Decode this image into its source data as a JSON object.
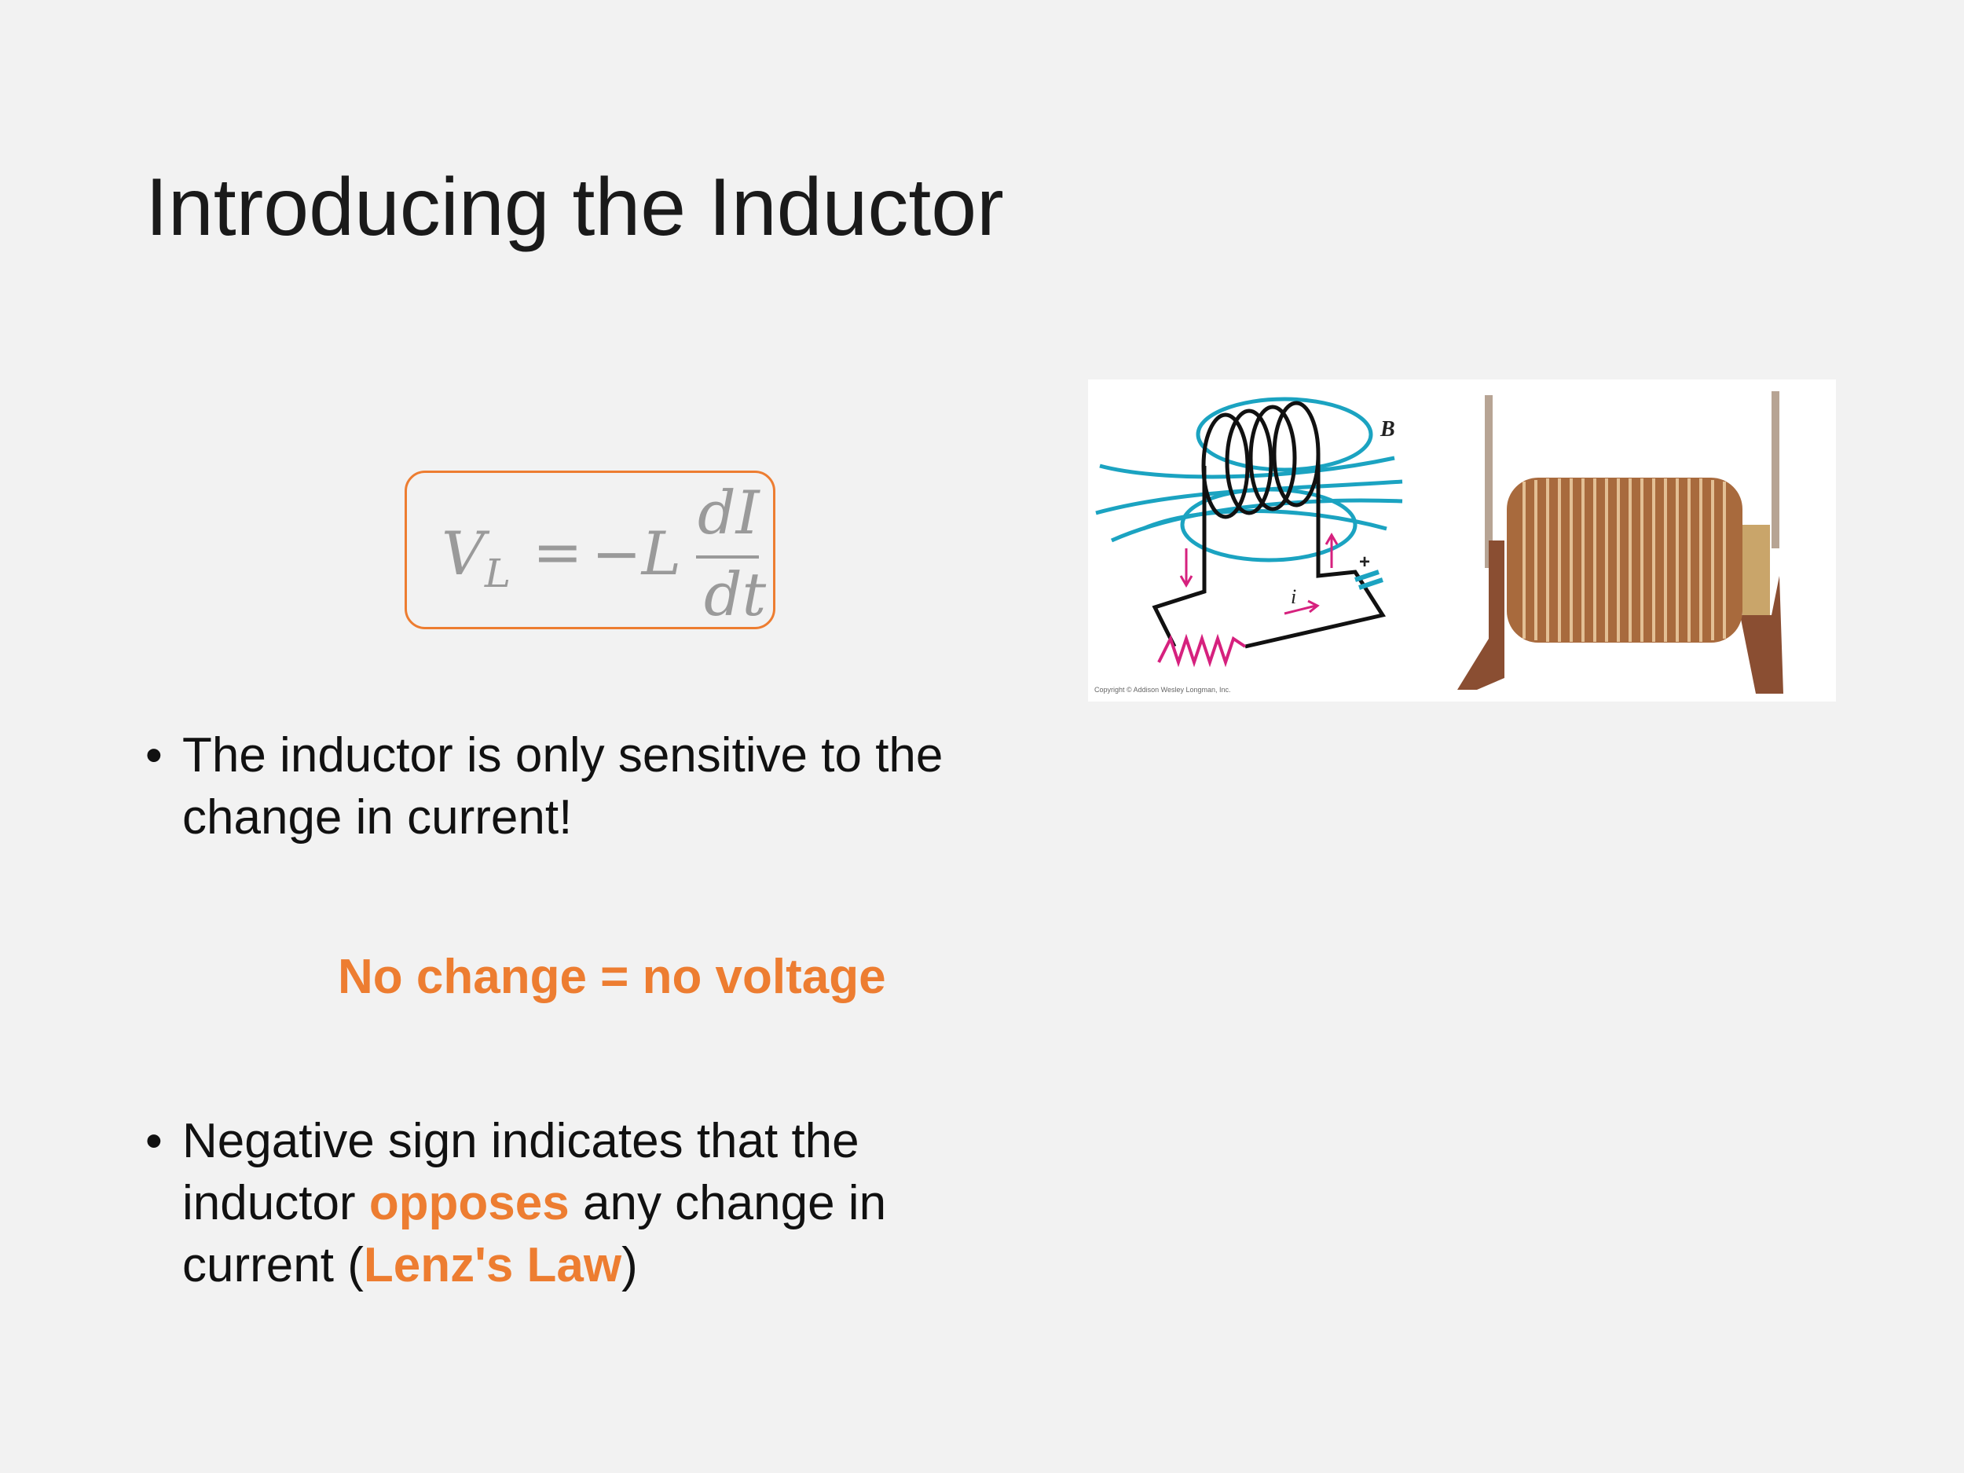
{
  "slide": {
    "title": "Introducing the Inductor",
    "formula": {
      "lhs": "V",
      "lhs_sub": "L",
      "equals": "=",
      "minus_L": "−L",
      "numerator": "dI",
      "denominator": "dt"
    },
    "bullet_symbol": "•",
    "bullet1": "The inductor is only sensitive to the change in current!",
    "callout": "No change = no voltage",
    "bullet2": {
      "part1": "Negative sign indicates that the inductor ",
      "highlight1": "opposes",
      "part2": " any change in current (",
      "highlight2": "Lenz's Law",
      "part3": ")"
    },
    "figure": {
      "b_label": "B",
      "i_label": "i",
      "plus_label": "+",
      "copyright": "Copyright © Addison Wesley Longman, Inc."
    }
  },
  "colors": {
    "accent": "#ED7D31",
    "background": "#F2F2F2",
    "field": "#1BA3C1",
    "current": "#D6217E",
    "copper": "#A86A3D"
  }
}
